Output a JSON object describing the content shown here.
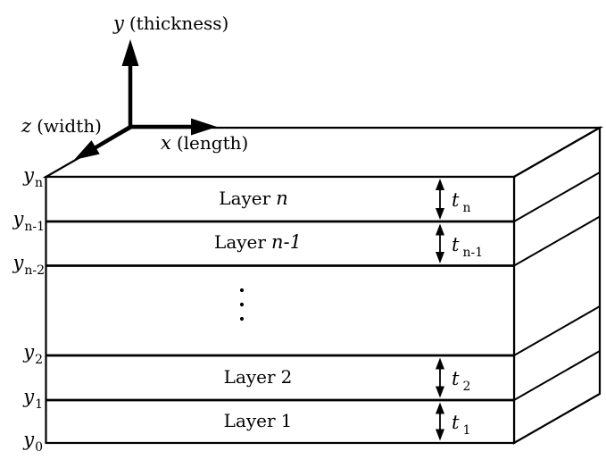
{
  "figure": {
    "background": "#ffffff",
    "line_color": "#000000",
    "axes": {
      "y": {
        "symbol": "y",
        "name": "(thickness)"
      },
      "x": {
        "symbol": "x",
        "name": "(length)"
      },
      "z": {
        "symbol": "z",
        "name": "(width)"
      }
    },
    "coordinates": [
      {
        "symbol": "y",
        "sub": "n"
      },
      {
        "symbol": "y",
        "sub": "n-1"
      },
      {
        "symbol": "y",
        "sub": "n-2"
      },
      {
        "symbol": "y",
        "sub": "2"
      },
      {
        "symbol": "y",
        "sub": "1"
      },
      {
        "symbol": "y",
        "sub": "0"
      }
    ],
    "layers": [
      {
        "word": "Layer",
        "index": "n"
      },
      {
        "word": "Layer",
        "index": "n-1"
      },
      {
        "word": "Layer",
        "index": "2"
      },
      {
        "word": "Layer",
        "index": "1"
      }
    ],
    "thicknesses": [
      {
        "symbol": "t",
        "sub": "n"
      },
      {
        "symbol": "t",
        "sub": "n-1"
      },
      {
        "symbol": "t",
        "sub": "2"
      },
      {
        "symbol": "t",
        "sub": "1"
      }
    ]
  }
}
